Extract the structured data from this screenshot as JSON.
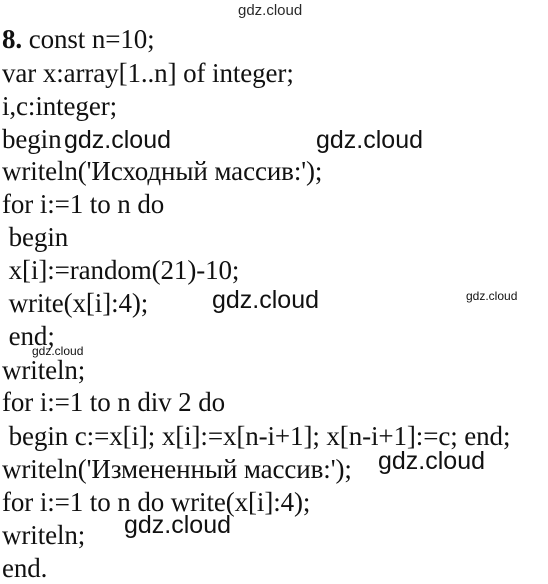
{
  "watermark": {
    "text": "gdz.cloud"
  },
  "code": {
    "number": "8.",
    "lines": [
      " const n=10;",
      "var x:array[1..n] of integer;",
      "i,c:integer;",
      "begin",
      "writeln('Исходный массив:');",
      "for i:=1 to n do",
      " begin",
      " x[i]:=random(21)-10;",
      " write(x[i]:4);",
      " end;",
      "writeln;",
      "for i:=1 to n div 2 do",
      " begin c:=x[i]; x[i]:=x[n-i+1]; x[n-i+1]:=c; end;",
      "writeln('Измененный массив:');",
      "for i:=1 to n do write(x[i]:4);",
      "writeln;",
      "end."
    ]
  }
}
